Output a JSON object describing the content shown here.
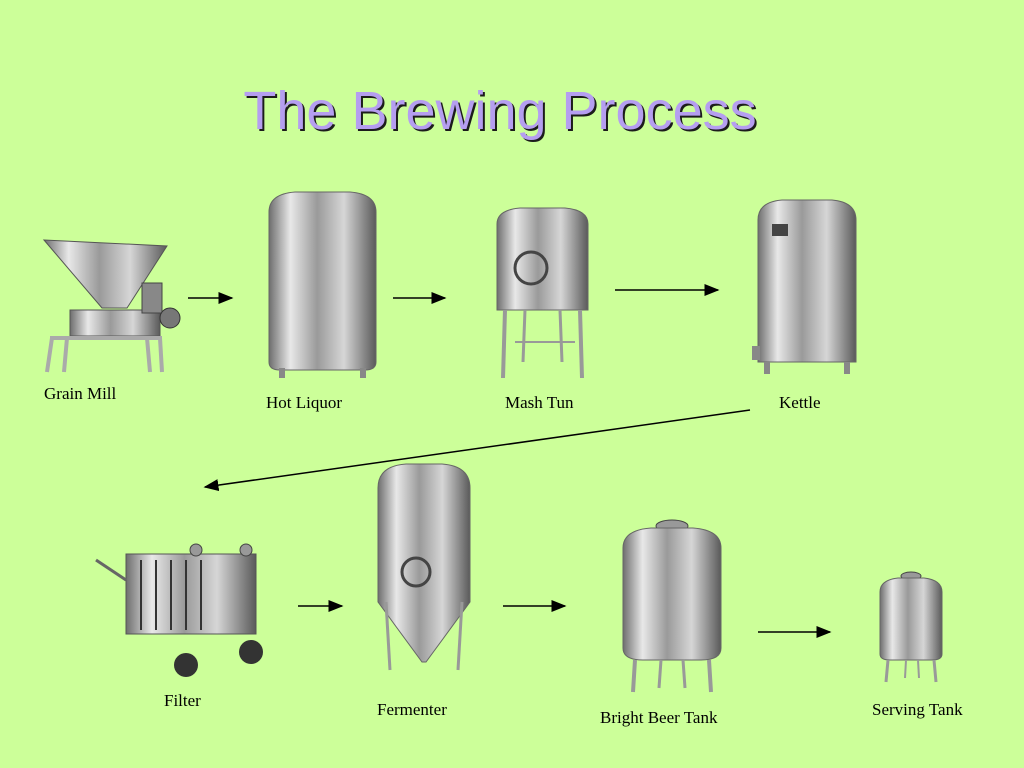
{
  "title": "The Brewing Process",
  "equipment": [
    {
      "id": "grain-mill",
      "label": "Grain Mill",
      "icon": "grain-mill-icon"
    },
    {
      "id": "hot-liquor",
      "label": "Hot Liquor",
      "icon": "hot-liquor-tank-icon"
    },
    {
      "id": "mash-tun",
      "label": "Mash Tun",
      "icon": "mash-tun-icon"
    },
    {
      "id": "kettle",
      "label": "Kettle",
      "icon": "kettle-icon"
    },
    {
      "id": "filter",
      "label": "Filter",
      "icon": "filter-icon"
    },
    {
      "id": "fermenter",
      "label": "Fermenter",
      "icon": "fermenter-icon"
    },
    {
      "id": "bright-beer-tank",
      "label": "Bright Beer Tank",
      "icon": "bright-beer-tank-icon"
    },
    {
      "id": "serving-tank",
      "label": "Serving Tank",
      "icon": "serving-tank-icon"
    }
  ],
  "flow": [
    [
      "grain-mill",
      "hot-liquor"
    ],
    [
      "hot-liquor",
      "mash-tun"
    ],
    [
      "mash-tun",
      "kettle"
    ],
    [
      "kettle",
      "filter"
    ],
    [
      "filter",
      "fermenter"
    ],
    [
      "fermenter",
      "bright-beer-tank"
    ],
    [
      "bright-beer-tank",
      "serving-tank"
    ]
  ],
  "colors": {
    "background": "#ccff99",
    "title": "#b59ef0",
    "steel": "#c8c8c8"
  }
}
